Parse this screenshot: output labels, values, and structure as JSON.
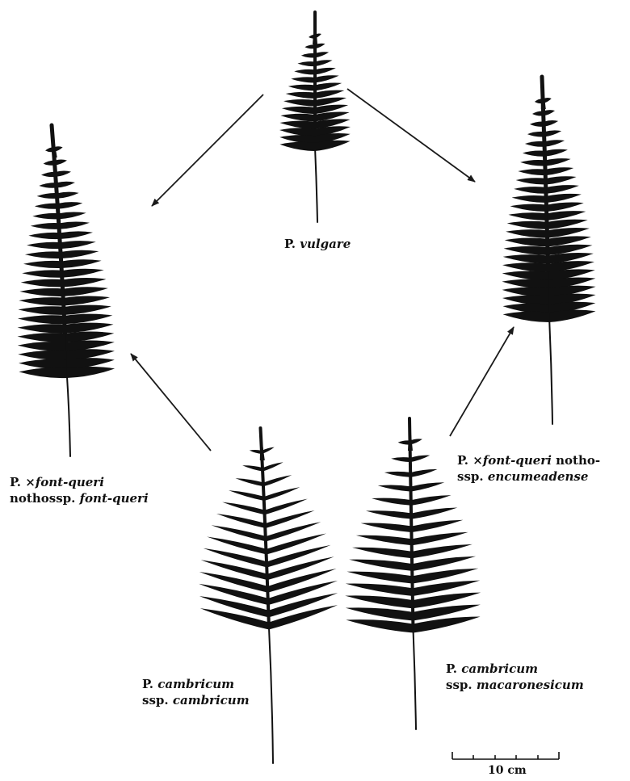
{
  "colors": {
    "frond": "#111111",
    "arrow": "#1a1a1a",
    "background": "#ffffff"
  },
  "taxa": {
    "vulgare": {
      "genus": "P.",
      "epithet": "vulgare"
    },
    "fontqueri": {
      "genus": "P.",
      "cross": "×",
      "epithet": "font-queri",
      "rank": "nothossp.",
      "infra": "font-queri"
    },
    "encumeadense": {
      "genus": "P.",
      "cross": "×",
      "epithet": "font-queri",
      "rank_line1": "notho-",
      "rank_line2": "ssp.",
      "infra": "encumeadense"
    },
    "cambricum": {
      "genus": "P.",
      "epithet": "cambricum",
      "rank": "ssp.",
      "infra": "cambricum"
    },
    "macaronesicum": {
      "genus": "P.",
      "epithet": "cambricum",
      "rank": "ssp.",
      "infra": "macaronesicum"
    }
  },
  "scale_bar": {
    "label": "10 cm"
  }
}
